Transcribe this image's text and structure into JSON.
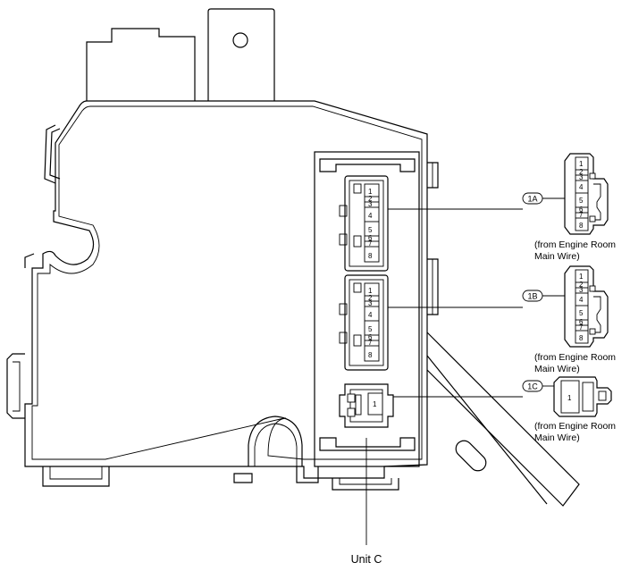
{
  "diagram": {
    "unit_label": "Unit C",
    "connectors": [
      {
        "id": "1A",
        "note_line1": "(from Engine Room",
        "note_line2": "Main Wire)",
        "pins": [
          "1",
          "2",
          "3",
          "4",
          "5",
          "6",
          "7",
          "8"
        ]
      },
      {
        "id": "1B",
        "note_line1": "(from Engine Room",
        "note_line2": "Main Wire)",
        "pins": [
          "1",
          "2",
          "3",
          "4",
          "5",
          "6",
          "7",
          "8"
        ]
      },
      {
        "id": "1C",
        "note_line1": "(from Engine Room",
        "note_line2": "Main Wire)",
        "pins": [
          "1"
        ]
      }
    ]
  }
}
